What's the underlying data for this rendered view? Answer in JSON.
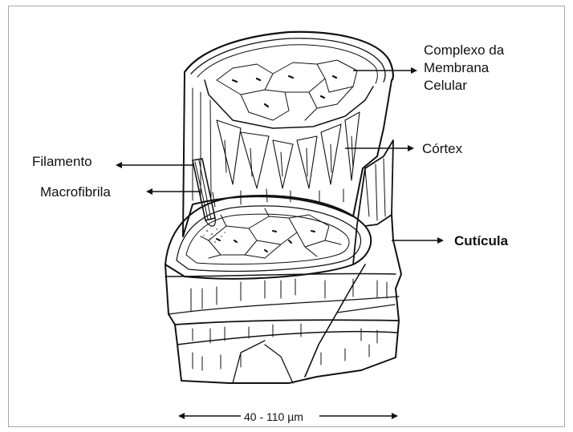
{
  "labels": {
    "complexo": [
      "Complexo da",
      "Membrana",
      "Celular"
    ],
    "cortex": "Córtex",
    "filamento": "Filamento",
    "macrofibrila": "Macrofibrila",
    "cuticula": "Cutícula"
  },
  "scale_bar": "40 - 110 µm",
  "colors": {
    "ink": "#111111",
    "frame": "#a9a9a9",
    "paper": "#ffffff"
  }
}
